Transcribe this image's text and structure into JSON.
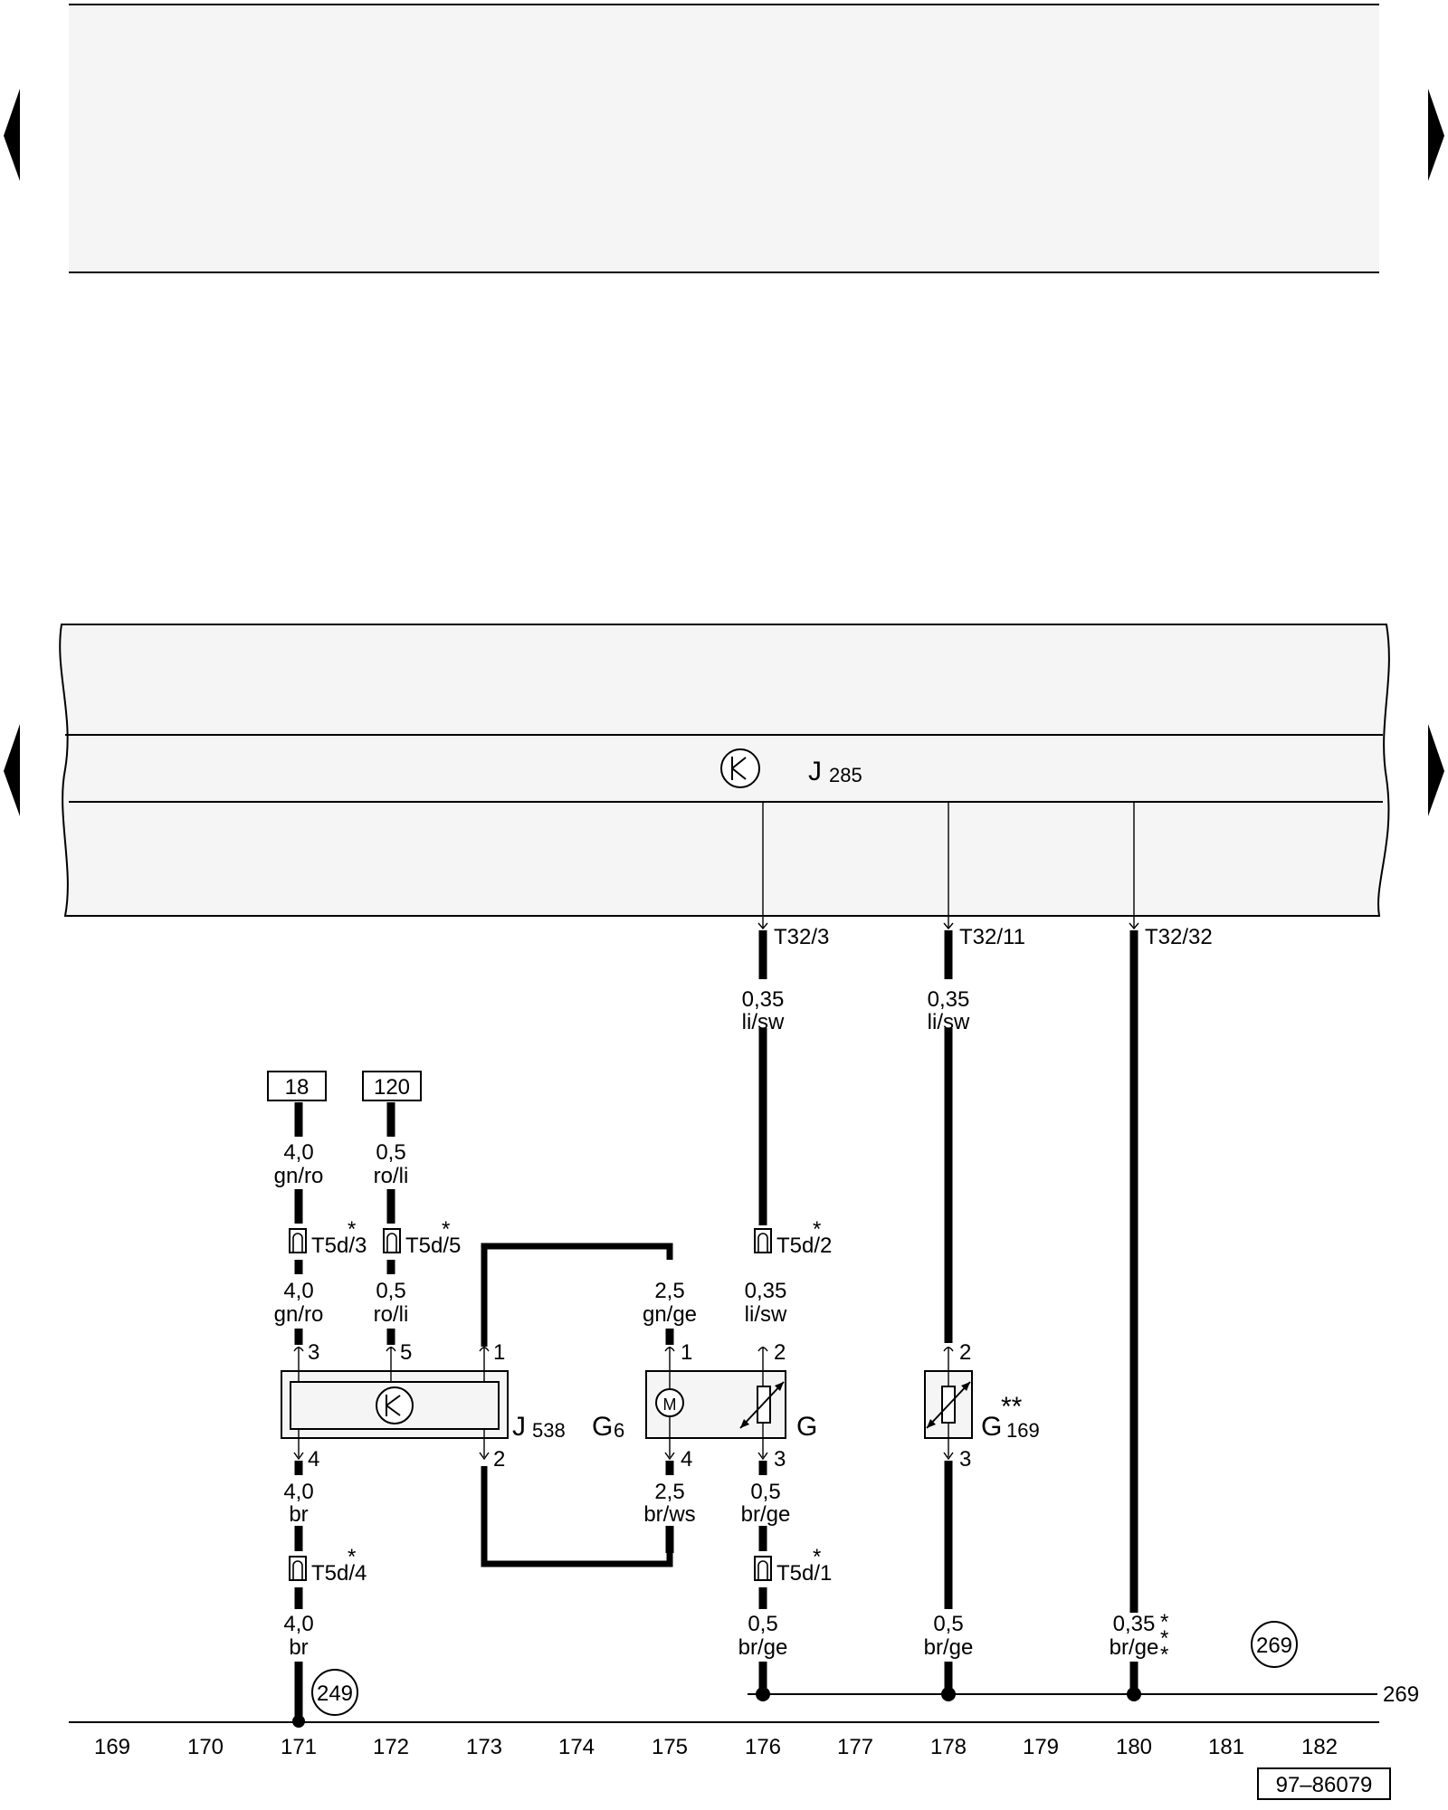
{
  "diagram": {
    "j285": {
      "name": "J",
      "sub": "285"
    },
    "pins": [
      "T32/3",
      "T32/11",
      "T32/32"
    ],
    "ref_18": "18",
    "ref_120": "120",
    "w176_top": {
      "size": "0,35",
      "color": "li/sw"
    },
    "w178_top": {
      "size": "0,35",
      "color": "li/sw"
    },
    "w171_top": {
      "size": "4,0",
      "color": "gn/ro"
    },
    "w172_top": {
      "size": "0,5",
      "color": "ro/li"
    },
    "conn_t5d3": "T5d/3",
    "conn_t5d5": "T5d/5",
    "conn_t5d2": "T5d/2",
    "conn_t5d4": "T5d/4",
    "conn_t5d1": "T5d/1",
    "star": "*",
    "w171_mid": {
      "size": "4,0",
      "color": "gn/ro"
    },
    "w172_mid": {
      "size": "0,5",
      "color": "ro/li"
    },
    "w175_mid": {
      "size": "2,5",
      "color": "gn/ge"
    },
    "w176_mid": {
      "size": "0,35",
      "color": "li/sw"
    },
    "j538_pins": [
      "3",
      "5",
      "1",
      "4",
      "2"
    ],
    "g6_pins": [
      "1",
      "4"
    ],
    "g_pins": [
      "2",
      "3"
    ],
    "g169_pins": [
      "2",
      "3"
    ],
    "j538": {
      "name": "J",
      "sub": "538"
    },
    "g6": {
      "name": "G",
      "sub": "6"
    },
    "g": {
      "name": "G"
    },
    "g169": {
      "name": "G",
      "sub": "169",
      "stars": "**"
    },
    "motor_symbol": "M",
    "w171_low": {
      "size": "4,0",
      "color": "br"
    },
    "w175_low": {
      "size": "2,5",
      "color": "br/ws"
    },
    "w176_low": {
      "size": "0,5",
      "color": "br/ge"
    },
    "w171_bot": {
      "size": "4,0",
      "color": "br"
    },
    "w176_bot": {
      "size": "0,5",
      "color": "br/ge"
    },
    "w178_bot": {
      "size": "0,5",
      "color": "br/ge"
    },
    "w180_bot": {
      "size": "0,35",
      "color": "br/ge"
    },
    "ground_249": "249",
    "ground_269": "269",
    "ground_269_line": "269",
    "columns": [
      "169",
      "170",
      "171",
      "172",
      "173",
      "174",
      "175",
      "176",
      "177",
      "178",
      "179",
      "180",
      "181",
      "182"
    ],
    "doc_number": "97–86079"
  }
}
